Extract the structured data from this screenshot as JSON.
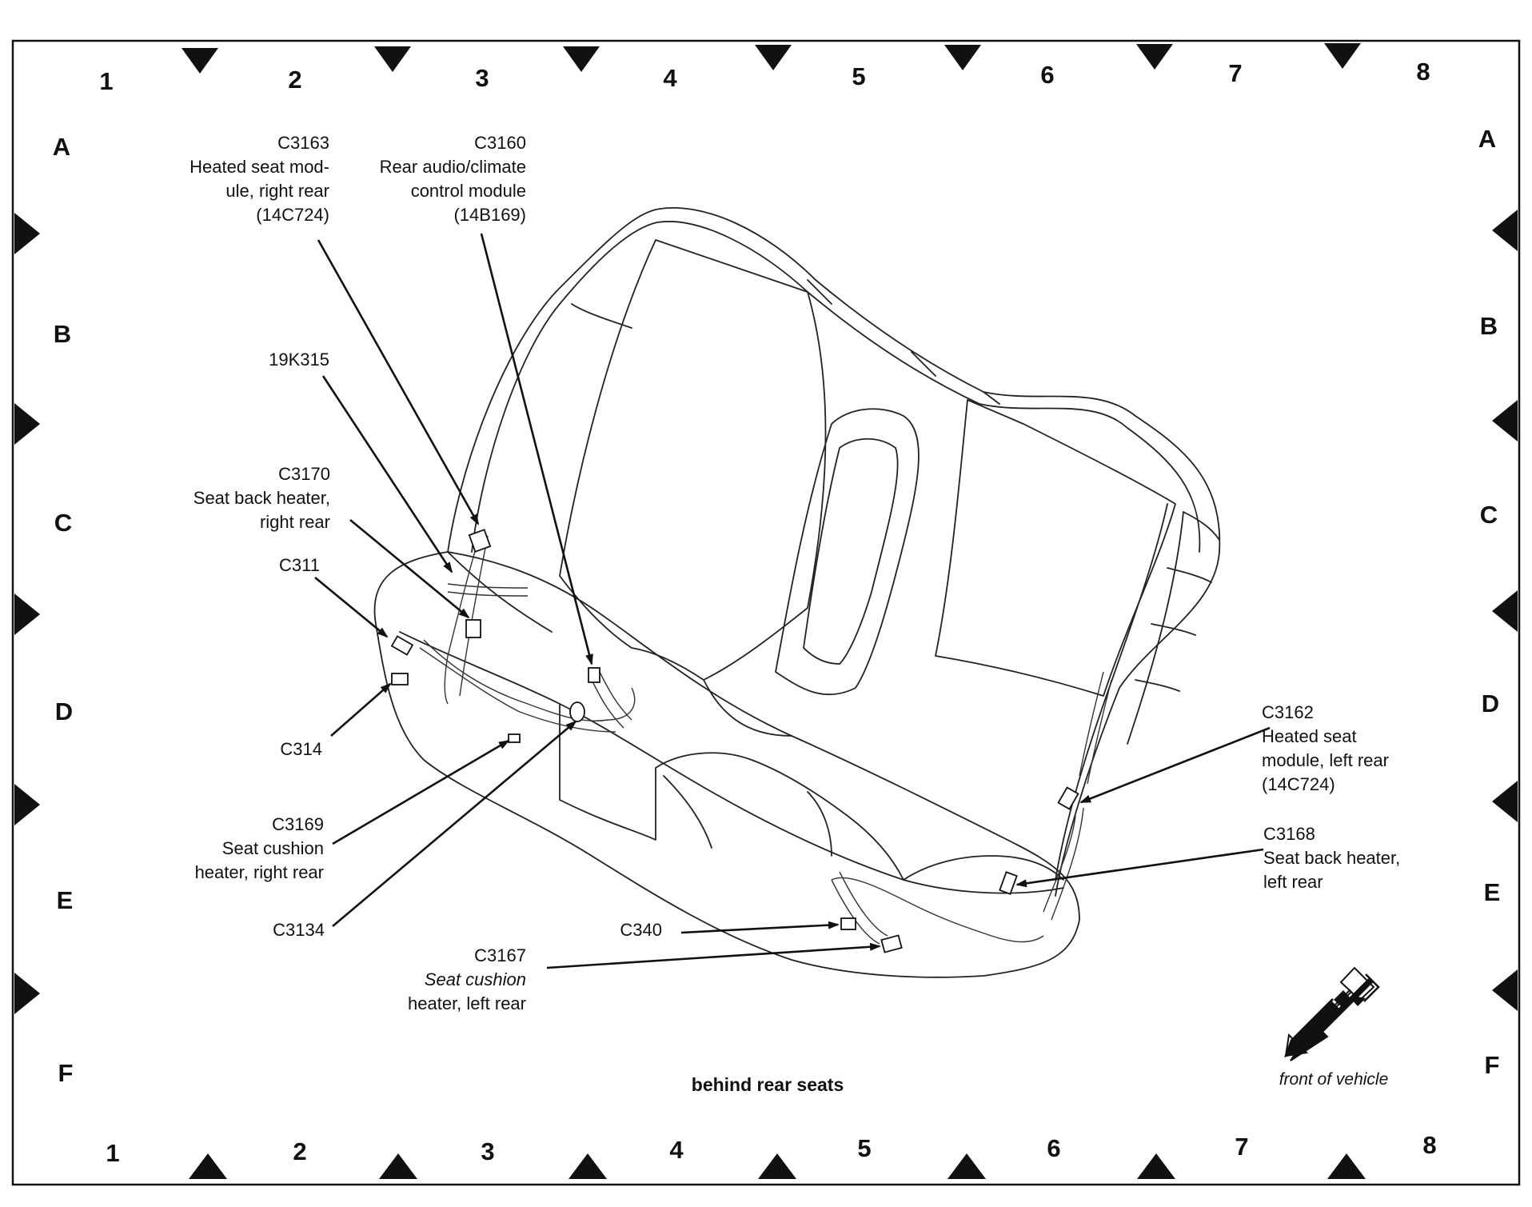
{
  "grid": {
    "columns": [
      "1",
      "2",
      "3",
      "4",
      "5",
      "6",
      "7",
      "8"
    ],
    "rows": [
      "A",
      "B",
      "C",
      "D",
      "E",
      "F"
    ]
  },
  "callouts": [
    {
      "id": "c3163",
      "lines": [
        "C3163",
        "Heated seat mod-",
        "ule, right rear",
        "(14C724)"
      ]
    },
    {
      "id": "c3160",
      "lines": [
        "C3160",
        "Rear audio/climate",
        "control module",
        "(14B169)"
      ]
    },
    {
      "id": "k19k315",
      "lines": [
        "19K315"
      ]
    },
    {
      "id": "c3170",
      "lines": [
        "C3170",
        "Seat back heater,",
        "right rear"
      ]
    },
    {
      "id": "c311",
      "lines": [
        "C311"
      ]
    },
    {
      "id": "c314",
      "lines": [
        "C314"
      ]
    },
    {
      "id": "c3169",
      "lines": [
        "C3169",
        "Seat cushion",
        "heater, right rear"
      ]
    },
    {
      "id": "c3134",
      "lines": [
        "C3134"
      ]
    },
    {
      "id": "c340",
      "lines": [
        "C340"
      ]
    },
    {
      "id": "c3167",
      "lines": [
        "C3167",
        "Seat cushion",
        "heater, left rear"
      ]
    },
    {
      "id": "c3162",
      "lines": [
        "C3162",
        "Heated seat",
        "module, left rear",
        "(14C724)"
      ]
    },
    {
      "id": "c3168",
      "lines": [
        "C3168",
        "Seat back heater,",
        "left rear"
      ]
    }
  ],
  "caption": "behind rear seats",
  "front_label": "front of vehicle",
  "icons": {
    "front_arrow": "front-of-vehicle-arrow-icon"
  }
}
